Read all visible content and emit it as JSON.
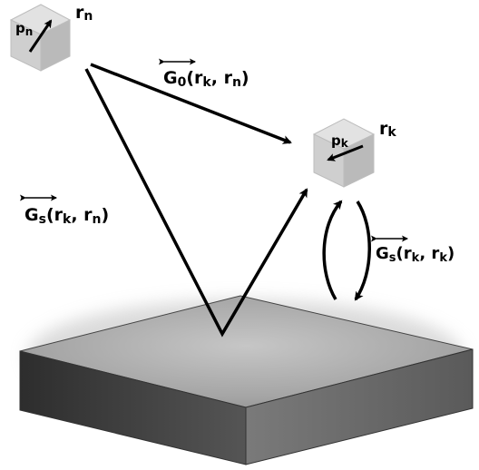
{
  "labels": {
    "r_n": {
      "base": "r",
      "sub": "n"
    },
    "p_n": {
      "base": "p",
      "sub": "n"
    },
    "r_k": {
      "base": "r",
      "sub": "k"
    },
    "p_k": {
      "base": "p",
      "sub": "k"
    },
    "g0": {
      "base": "G",
      "base_sub": "0",
      "args": [
        {
          "base": "r",
          "sub": "k"
        },
        {
          "base": "r",
          "sub": "n"
        }
      ]
    },
    "gs_kn": {
      "base": "G",
      "base_sub": "s",
      "args": [
        {
          "base": "r",
          "sub": "k"
        },
        {
          "base": "r",
          "sub": "n"
        }
      ]
    },
    "gs_kk": {
      "base": "G",
      "base_sub": "s",
      "args": [
        {
          "base": "r",
          "sub": "k"
        },
        {
          "base": "r",
          "sub": "k"
        }
      ]
    }
  },
  "colors": {
    "cube_front": "#cccccc",
    "cube_right": "#b5b5b5",
    "cube_top": "#e4e4e4",
    "slab_top_light": "#c2c2c2",
    "slab_top_dark": "#8a8a8a",
    "slab_front": "#333333",
    "slab_side": "#6a6a6a",
    "line": "#000000"
  }
}
